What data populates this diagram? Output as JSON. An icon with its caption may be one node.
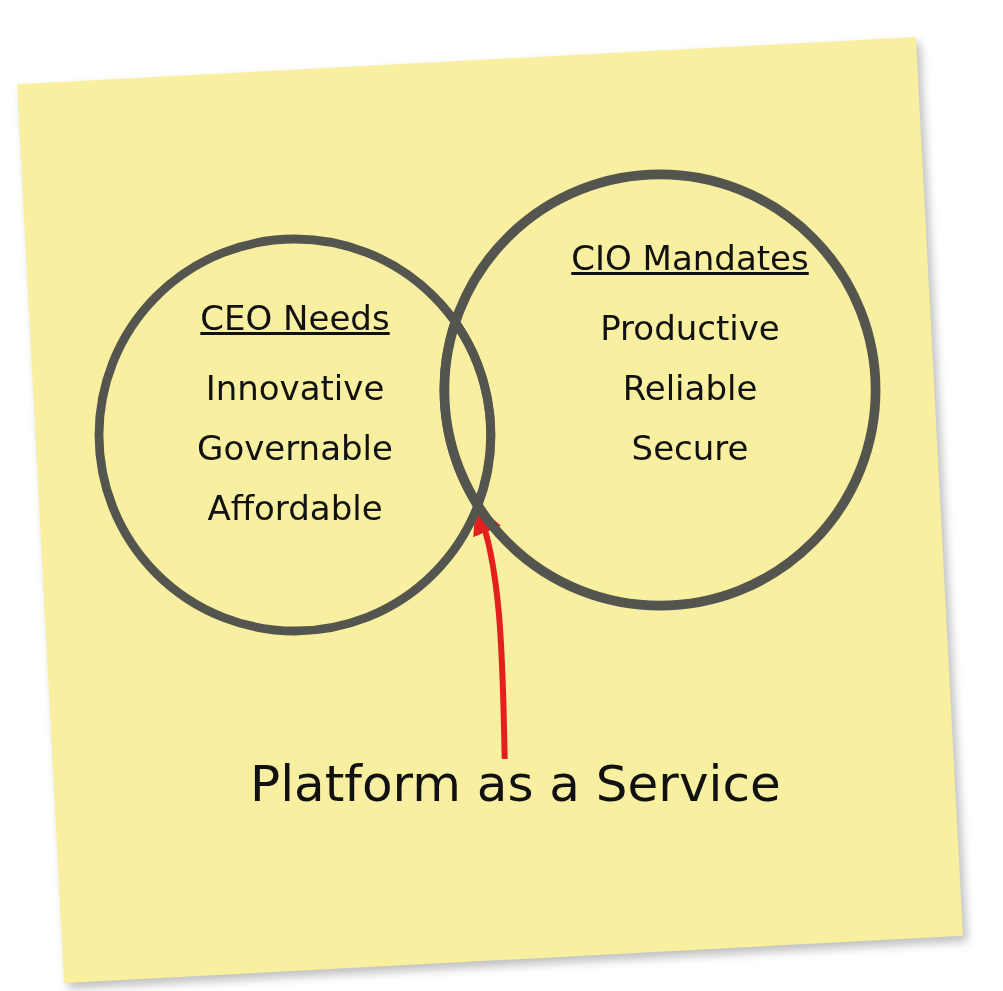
{
  "diagram": {
    "nodes": [
      {
        "text": [
          "CEO Needs",
          "Innovative",
          "Governable",
          "Affordable"
        ]
      },
      {
        "text": [
          "CIO Mandates",
          "Productive",
          "Reliable",
          "Secure"
        ]
      },
      {
        "text": [
          "Platform as a Service"
        ]
      },
      {
        "text": [],
        "shape": "lens"
      }
    ],
    "edges": [
      {
        "from": 2,
        "to": 3,
        "arrow": "to",
        "color": "#e3201b"
      }
    ]
  }
}
